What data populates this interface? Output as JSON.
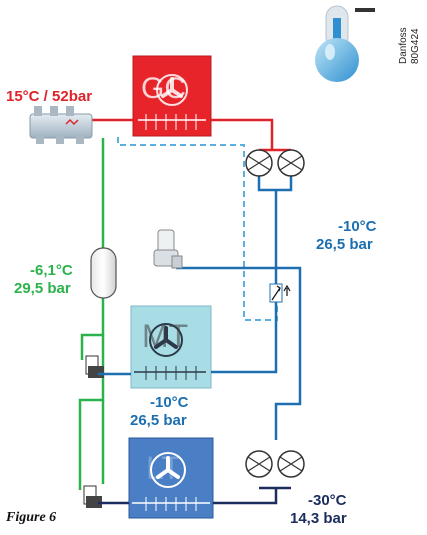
{
  "labels": {
    "gc_state": "15°C / 52bar",
    "receiver_temp": "-6,1°C",
    "receiver_pressure": "29,5 bar",
    "mt_suction_temp": "-10°C",
    "mt_suction_pressure": "26,5 bar",
    "mt_evap_temp": "-10°C",
    "mt_evap_pressure": "26,5 bar",
    "lt_temp": "-30°C",
    "lt_pressure": "14,3 bar"
  },
  "units": {
    "gas_cooler": "GC",
    "mt_evaporator": "MT",
    "lt_evaporator": "LT"
  },
  "figure_caption": "Figure 6",
  "brand": {
    "name": "Danfoss",
    "code": "80G424"
  },
  "colors": {
    "high_pressure_line": "#e0232a",
    "liquid_line": "#2bb24c",
    "mt_suction_line": "#1c6fb0",
    "lt_suction_line": "#1b2d5e",
    "gas_cooler_box": "#e8242b",
    "mt_box": "#a9dde6",
    "lt_box": "#4a7fc6",
    "dashed_line": "#5aaee0"
  }
}
